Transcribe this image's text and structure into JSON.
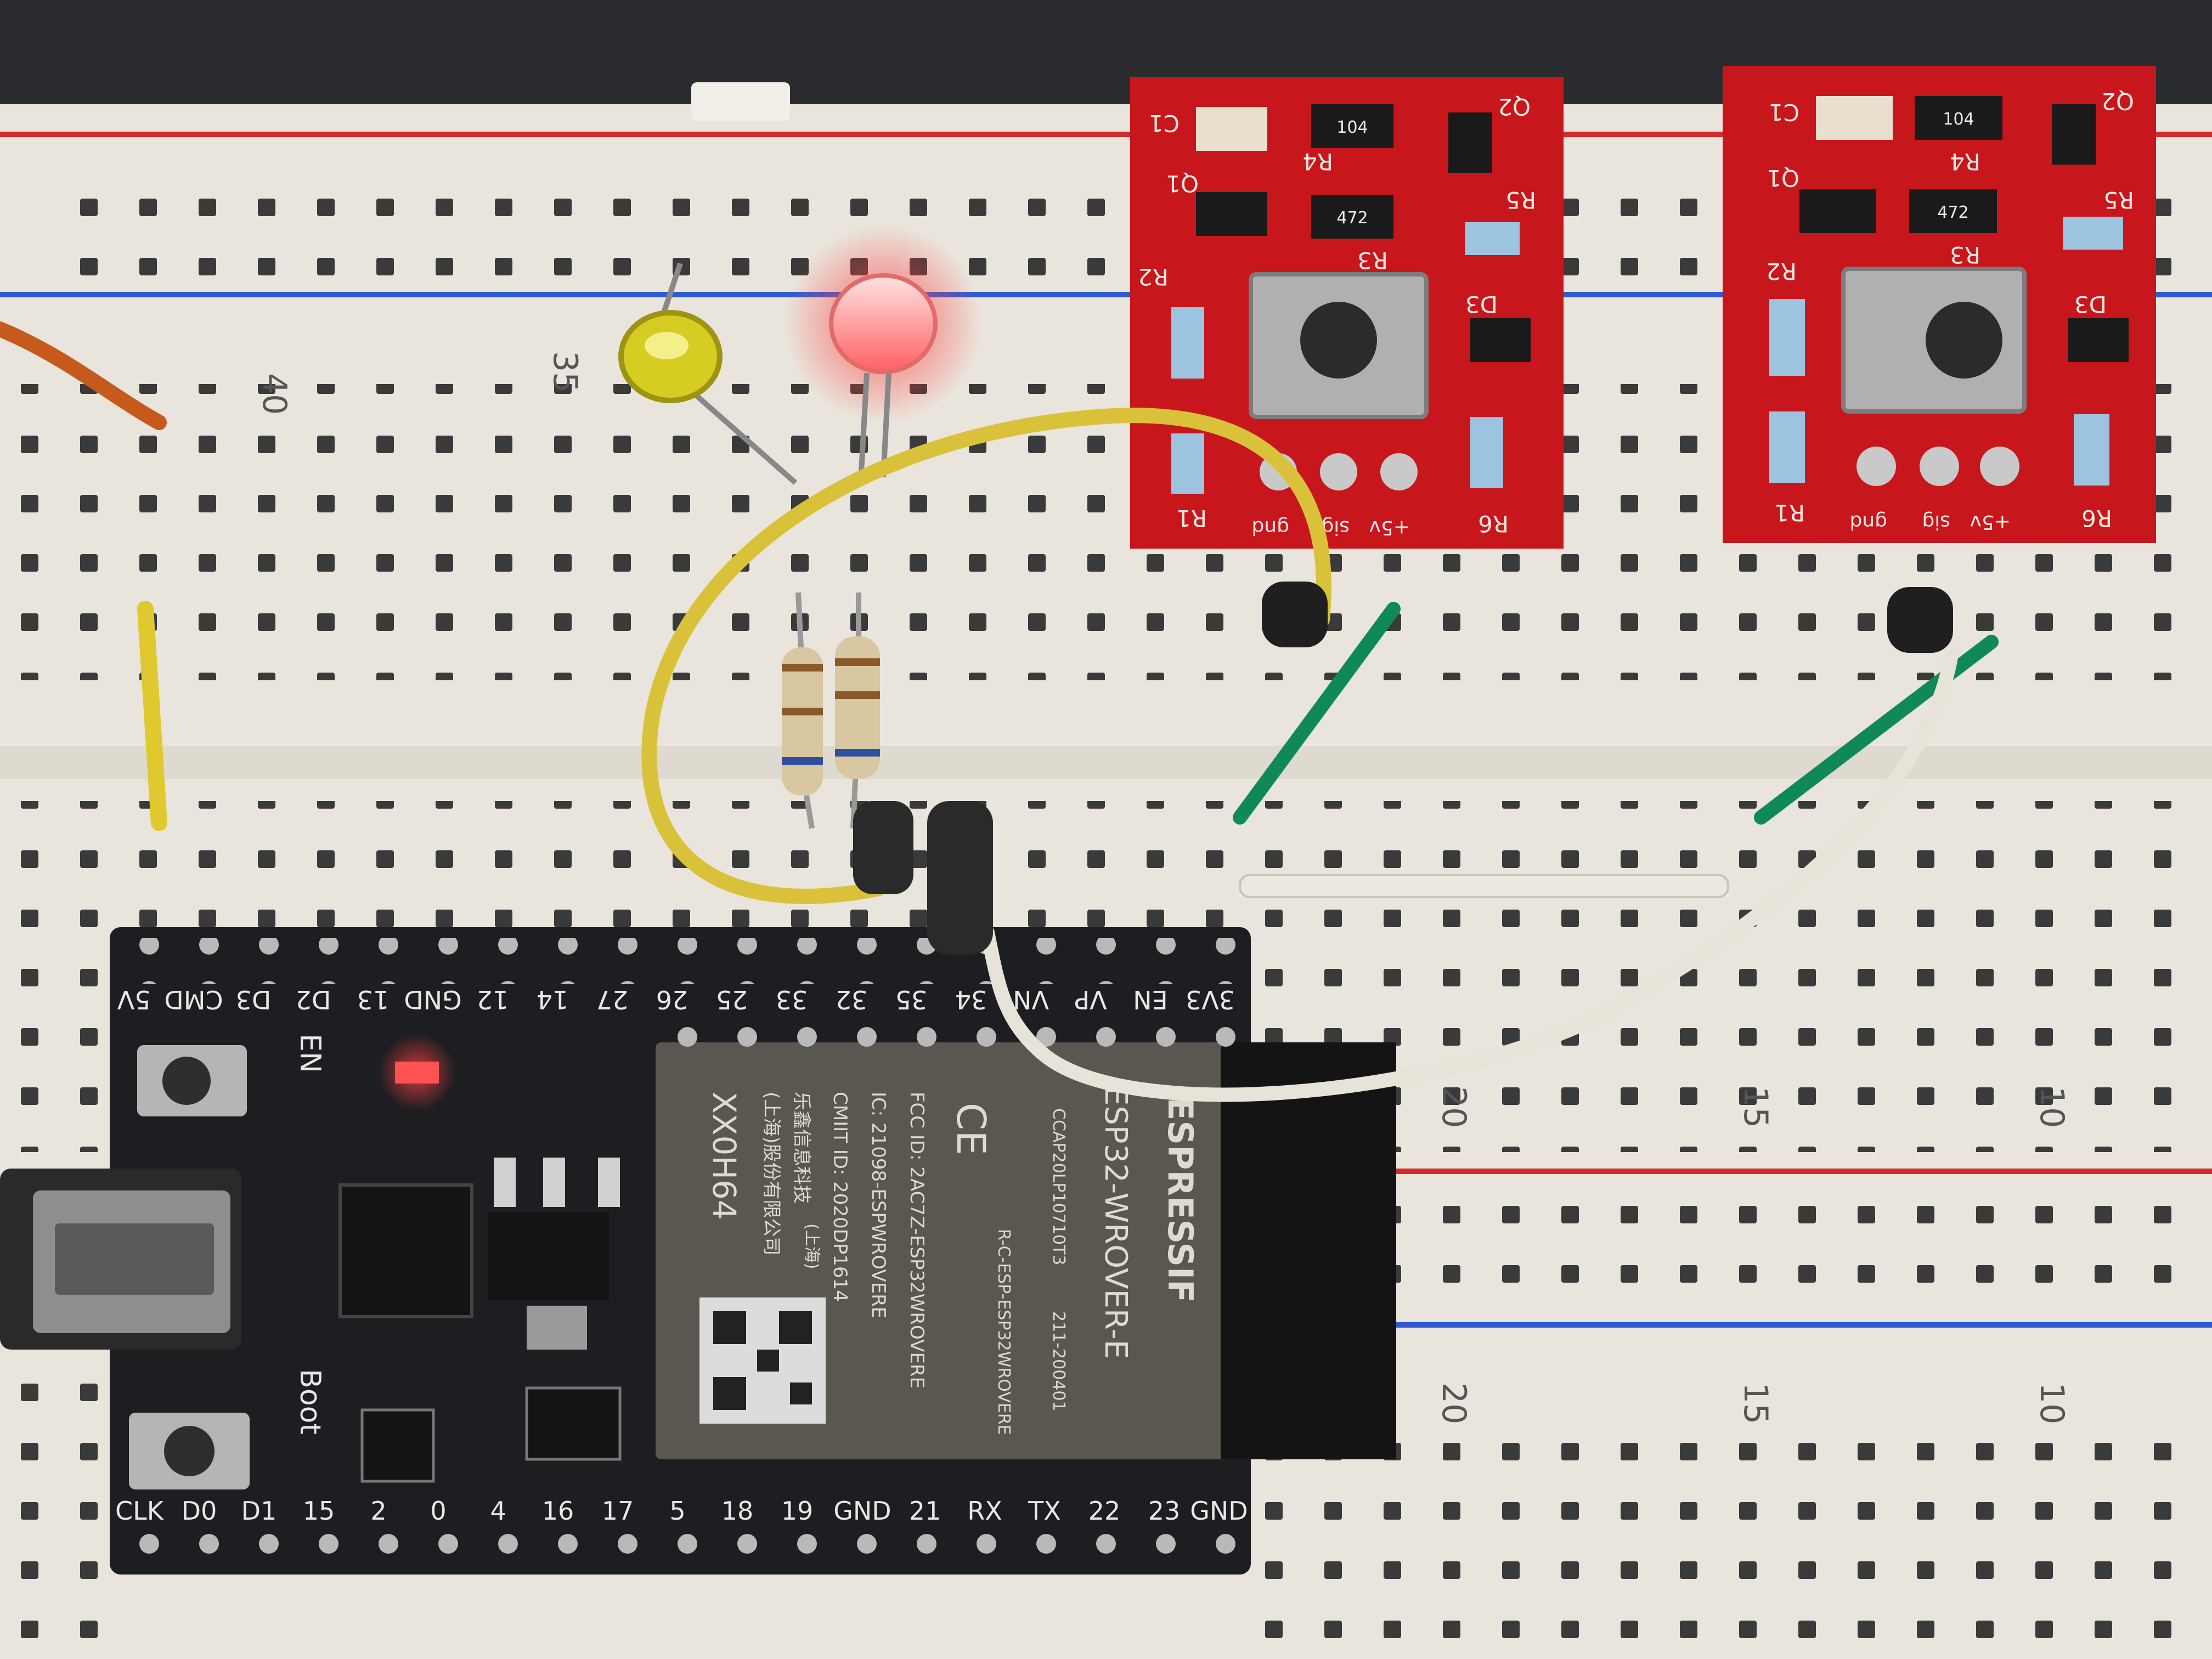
{
  "breadboard": {
    "top_columns": [
      "40",
      "35"
    ],
    "bottom_columns_upper": [
      "20",
      "15",
      "10"
    ],
    "bottom_columns_lower": [
      "20",
      "15",
      "10"
    ]
  },
  "sensor_modules": [
    {
      "components": [
        "C1",
        "R4",
        "Q2",
        "Q1",
        "R5",
        "R3",
        "R2",
        "D3",
        "R1",
        "R6"
      ],
      "pins": [
        "gnd",
        "sig",
        "+5v"
      ],
      "resistor_codes": [
        "104",
        "472"
      ]
    },
    {
      "components": [
        "C1",
        "R4",
        "Q2",
        "Q1",
        "R5",
        "R3",
        "R2",
        "D3",
        "R1",
        "R6"
      ],
      "pins": [
        "gnd",
        "sig",
        "+5v"
      ],
      "resistor_codes": [
        "104",
        "472"
      ]
    }
  ],
  "esp32_board": {
    "top_pins": [
      "5V",
      "CMD",
      "D3",
      "D2",
      "13",
      "GND",
      "12",
      "14",
      "27",
      "26",
      "25",
      "33",
      "32",
      "35",
      "34",
      "VN",
      "VP",
      "EN",
      "3V3"
    ],
    "bottom_pins": [
      "CLK",
      "D0",
      "D1",
      "15",
      "2",
      "0",
      "4",
      "16",
      "17",
      "5",
      "18",
      "19",
      "GND",
      "21",
      "RX",
      "TX",
      "22",
      "23",
      "GND"
    ],
    "button_labels": [
      "EN",
      "Boot"
    ],
    "module": {
      "brand": "ESPRESSIF",
      "model": "ESP32-WROVER-E",
      "fcc": "FCC ID: 2AC7Z-ESP32WROVERE",
      "ic": "IC: 21098-ESPWROVERE",
      "cmiit": "CMIIT ID: 2020DP1614",
      "side_code": "XX0H64",
      "r_code": "R-C-ESP-ESP32WROVERE",
      "cert1": "CCAP20LP10710T3",
      "cert2": "211-200401",
      "chinese_1": "乐鑫信息科技",
      "chinese_2": "(上海)股份有限公司",
      "chinese_badge": "(上海)",
      "ce": "CE"
    }
  },
  "colors": {
    "board_red": "#c8161d",
    "esp_black": "#1d1e22",
    "breadboard": "#e9e5dc",
    "rail_red": "#d42a2a",
    "rail_blue": "#2e5bd1",
    "wire_yellow": "#d9c23a",
    "wire_green": "#0f8a57",
    "wire_white": "#e8e3d8",
    "wire_orange": "#c65a1c"
  }
}
